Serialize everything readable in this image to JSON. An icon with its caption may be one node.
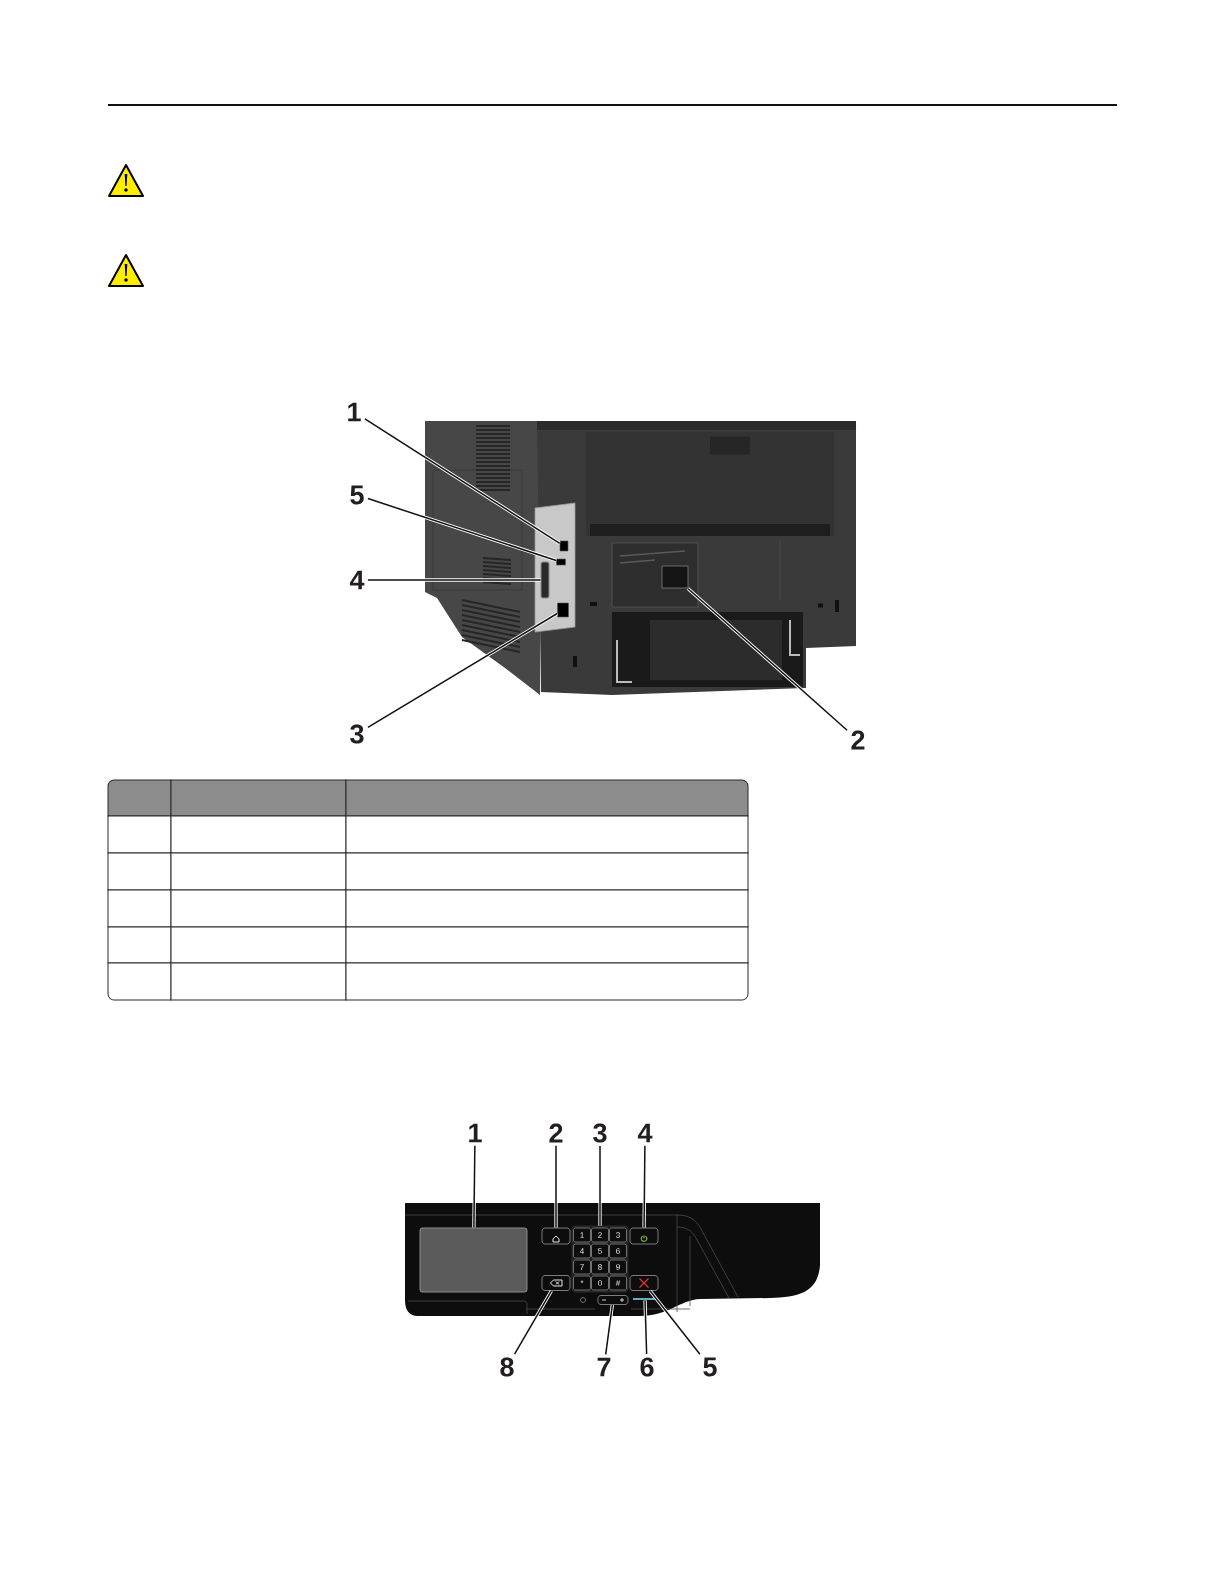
{
  "diagram": {
    "nodes": [
      {
        "text": [
          "1"
        ]
      },
      {
        "text": [
          "5"
        ]
      },
      {
        "text": [
          "4"
        ]
      },
      {
        "text": [
          "3"
        ]
      },
      {
        "text": [
          "2"
        ]
      },
      {
        "text": [],
        "shape": "box"
      },
      {
        "text": [],
        "shape": "box"
      },
      {
        "text": [],
        "shape": "box"
      },
      {
        "text": [],
        "shape": "box"
      },
      {
        "text": [],
        "shape": "box"
      },
      {
        "text": [
          "1"
        ]
      },
      {
        "text": [
          "2"
        ]
      },
      {
        "text": [
          "3"
        ]
      },
      {
        "text": [
          "4"
        ]
      },
      {
        "text": [
          "8"
        ]
      },
      {
        "text": [
          "7"
        ]
      },
      {
        "text": [
          "6"
        ]
      },
      {
        "text": [
          "5"
        ]
      },
      {
        "text": [],
        "shape": "box"
      },
      {
        "text": [],
        "shape": "box"
      },
      {
        "text": [],
        "shape": "box"
      },
      {
        "text": [
          "1"
        ],
        "in": 20
      },
      {
        "text": [
          "2"
        ],
        "in": 20
      },
      {
        "text": [
          "3"
        ],
        "in": 20
      },
      {
        "text": [
          "4"
        ],
        "in": 20
      },
      {
        "text": [
          "5"
        ],
        "in": 20
      },
      {
        "text": [
          "6"
        ],
        "in": 20
      },
      {
        "text": [
          "7"
        ],
        "in": 20
      },
      {
        "text": [
          "8"
        ],
        "in": 20
      },
      {
        "text": [
          "9"
        ],
        "in": 20
      },
      {
        "text": [
          "*"
        ],
        "in": 20
      },
      {
        "text": [
          "0"
        ],
        "in": 20
      },
      {
        "text": [
          "#"
        ],
        "in": 20
      },
      {
        "text": [],
        "shape": "box"
      },
      {
        "text": [],
        "shape": "box"
      },
      {
        "text": [],
        "shape": "box"
      },
      {
        "text": [],
        "shape": "bar"
      },
      {
        "text": [],
        "shape": "box"
      }
    ],
    "edges": [
      {
        "from": 0,
        "to": 5,
        "arrow": "none"
      },
      {
        "from": 1,
        "to": 6,
        "arrow": "none"
      },
      {
        "from": 2,
        "to": 7,
        "arrow": "none"
      },
      {
        "from": 3,
        "to": 8,
        "arrow": "none"
      },
      {
        "from": 4,
        "to": 9,
        "arrow": "none"
      },
      {
        "from": 10,
        "to": 18,
        "arrow": "none"
      },
      {
        "from": 11,
        "to": 19,
        "arrow": "none"
      },
      {
        "from": 12,
        "to": 20,
        "arrow": "none"
      },
      {
        "from": 13,
        "to": 33,
        "arrow": "none"
      },
      {
        "from": 14,
        "to": 34,
        "arrow": "none"
      },
      {
        "from": 15,
        "to": 35,
        "arrow": "none"
      },
      {
        "from": 16,
        "to": 36,
        "arrow": "none"
      },
      {
        "from": 17,
        "to": 37,
        "arrow": "none"
      }
    ]
  }
}
